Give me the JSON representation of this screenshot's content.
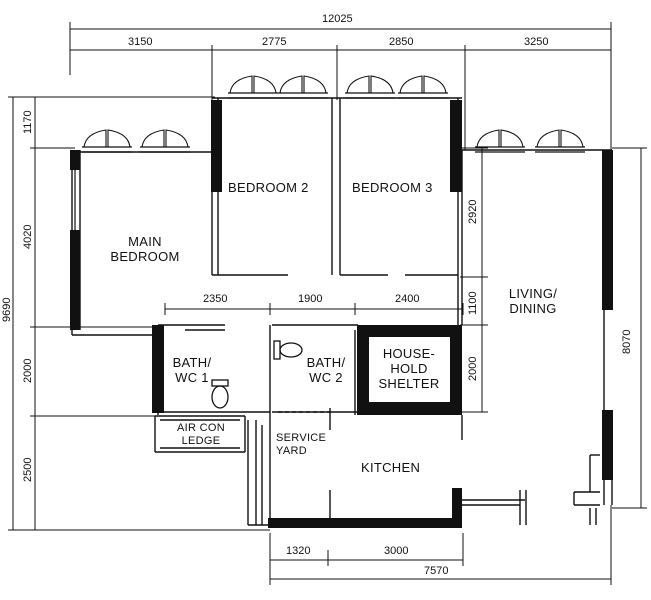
{
  "rooms": {
    "bedroom2": "BEDROOM 2",
    "bedroom3": "BEDROOM 3",
    "main_bedroom_line1": "MAIN",
    "main_bedroom_line2": "BEDROOM",
    "living_line1": "LIVING/",
    "living_line2": "DINING",
    "bath1_line1": "BATH/",
    "bath1_line2": "WC 1",
    "bath2_line1": "BATH/",
    "bath2_line2": "WC 2",
    "shelter_line1": "HOUSE-",
    "shelter_line2": "HOLD",
    "shelter_line3": "SHELTER",
    "aircon_line1": "AIR CON",
    "aircon_line2": "LEDGE",
    "service_line1": "SERVICE",
    "service_line2": "YARD",
    "kitchen": "KITCHEN"
  },
  "dimensions": {
    "overall_top": "12025",
    "top_segments": [
      "3150",
      "2775",
      "2850",
      "3250"
    ],
    "left_overall": "9690",
    "left_segments": [
      "1170",
      "4020",
      "2000",
      "2500"
    ],
    "mid_segments": [
      "2350",
      "1900",
      "2400"
    ],
    "inner_left": [
      "2920",
      "1100",
      "2000"
    ],
    "right_overall": "8070",
    "bottom_segments": [
      "1320",
      "3000"
    ],
    "bottom_overall": "7570"
  }
}
